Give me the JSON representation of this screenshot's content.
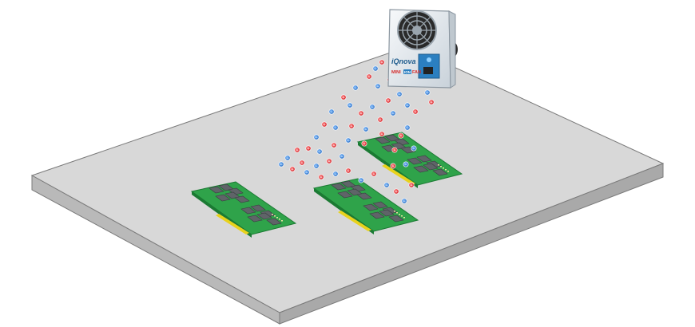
{
  "ionizer": {
    "brand": "iQnova",
    "model_prefix": "MINI",
    "model_badge": "ION",
    "model_suffix": "FAN"
  },
  "colors": {
    "table_top": "#d6d6d6",
    "table_edge": "#b4b4b4",
    "pcb_green": "#2fa34a",
    "pcb_edge": "#1b7a33",
    "gold_contact": "#e8d21c",
    "positive_ion": "#e0262b",
    "negative_ion": "#2f7fd6",
    "ionizer_body": "#e9eef2",
    "ionizer_panel": "#2b7fc0"
  },
  "pcb_boards": [
    {
      "name": "pcb-board-left"
    },
    {
      "name": "pcb-board-center"
    },
    {
      "name": "pcb-board-right"
    }
  ],
  "ions": {
    "positive_symbol": "+",
    "negative_symbol": "−"
  }
}
